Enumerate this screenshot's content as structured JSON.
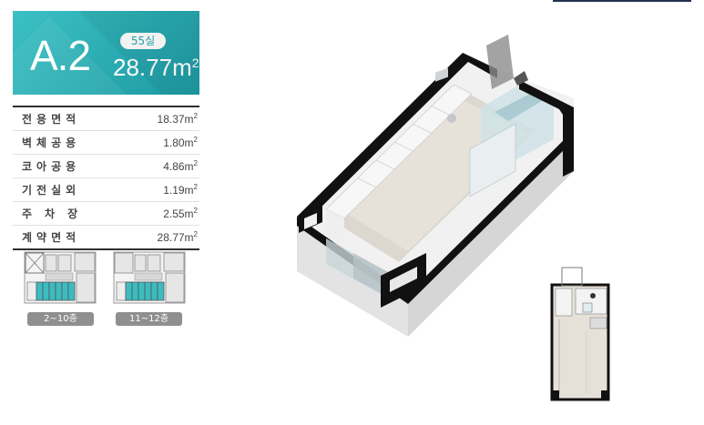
{
  "unit": {
    "type_code": "A.2",
    "unit_count": "55실",
    "total_area": "28.77m",
    "area_superscript": "2"
  },
  "spec_rows": [
    {
      "label": "전용면적",
      "value": "18.37m",
      "sup": "2"
    },
    {
      "label": "벽체공용",
      "value": "1.80m",
      "sup": "2"
    },
    {
      "label": "코아공용",
      "value": "4.86m",
      "sup": "2"
    },
    {
      "label": "기전실외",
      "value": "1.19m",
      "sup": "2"
    },
    {
      "label": "주차장",
      "value": "2.55m",
      "sup": "2"
    },
    {
      "label": "계약면적",
      "value": "28.77m",
      "sup": "2"
    }
  ],
  "floors": [
    {
      "label": "2~10층"
    },
    {
      "label": "11~12층"
    }
  ],
  "colors": {
    "accent": "#2aabb1",
    "keyplan_highlight": "#3cbcc0",
    "floor_pill": "#8f8f8f"
  }
}
